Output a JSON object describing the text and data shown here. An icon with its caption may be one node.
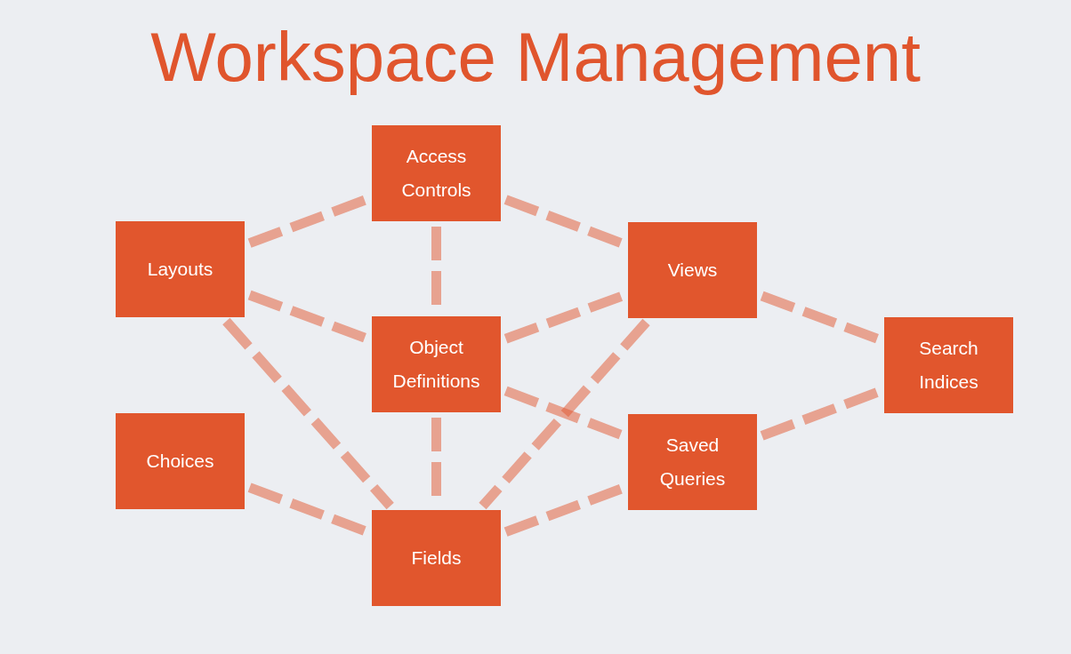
{
  "diagram": {
    "title": "Workspace Management",
    "nodes": [
      {
        "text": [
          "Access Controls"
        ]
      },
      {
        "text": [
          "Layouts"
        ]
      },
      {
        "text": [
          "Views"
        ]
      },
      {
        "text": [
          "Object Definitions"
        ]
      },
      {
        "text": [
          "Search Indices"
        ]
      },
      {
        "text": [
          "Choices"
        ]
      },
      {
        "text": [
          "Saved Queries"
        ]
      },
      {
        "text": [
          "Fields"
        ]
      }
    ],
    "edges": [
      {
        "from": 1,
        "to": 0,
        "arrow": "none",
        "style": "dashed"
      },
      {
        "from": 0,
        "to": 2,
        "arrow": "none",
        "style": "dashed"
      },
      {
        "from": 0,
        "to": 3,
        "arrow": "none",
        "style": "dashed"
      },
      {
        "from": 1,
        "to": 3,
        "arrow": "none",
        "style": "dashed"
      },
      {
        "from": 1,
        "to": 7,
        "arrow": "none",
        "style": "dashed"
      },
      {
        "from": 3,
        "to": 2,
        "arrow": "none",
        "style": "dashed"
      },
      {
        "from": 2,
        "to": 4,
        "arrow": "none",
        "style": "dashed"
      },
      {
        "from": 2,
        "to": 7,
        "arrow": "none",
        "style": "dashed"
      },
      {
        "from": 3,
        "to": 6,
        "arrow": "none",
        "style": "dashed"
      },
      {
        "from": 3,
        "to": 7,
        "arrow": "none",
        "style": "dashed"
      },
      {
        "from": 6,
        "to": 4,
        "arrow": "none",
        "style": "dashed"
      },
      {
        "from": 5,
        "to": 7,
        "arrow": "none",
        "style": "dashed"
      },
      {
        "from": 7,
        "to": 6,
        "arrow": "none",
        "style": "dashed"
      }
    ]
  }
}
